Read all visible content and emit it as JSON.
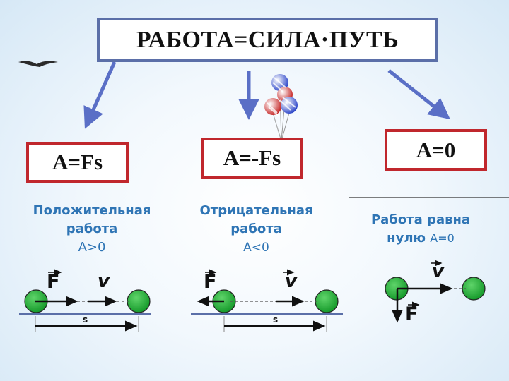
{
  "title": "РАБОТА=СИЛА·ПУТЬ",
  "formulas": {
    "left": "A=Fs",
    "middle": "A=-Fs",
    "right": "A=0"
  },
  "cases": {
    "positive": {
      "line1": "Положительная",
      "line2": "работа",
      "relation": "A>0"
    },
    "negative": {
      "line1": "Отрицательная",
      "line2": "работа",
      "relation": "A<0"
    },
    "zero": {
      "line1": "Работа равна",
      "line2_prefix": "нулю ",
      "relation": "A=0"
    }
  },
  "vectors": {
    "force": "F",
    "velocity": "v",
    "displacement": "s"
  },
  "colors": {
    "title_border": "#5b6fa8",
    "formula_border": "#c0272d",
    "caption": "#2f75b5",
    "arrow": "#5a6fc6",
    "ball": "#22a83a",
    "track": "#5b6fa8"
  }
}
